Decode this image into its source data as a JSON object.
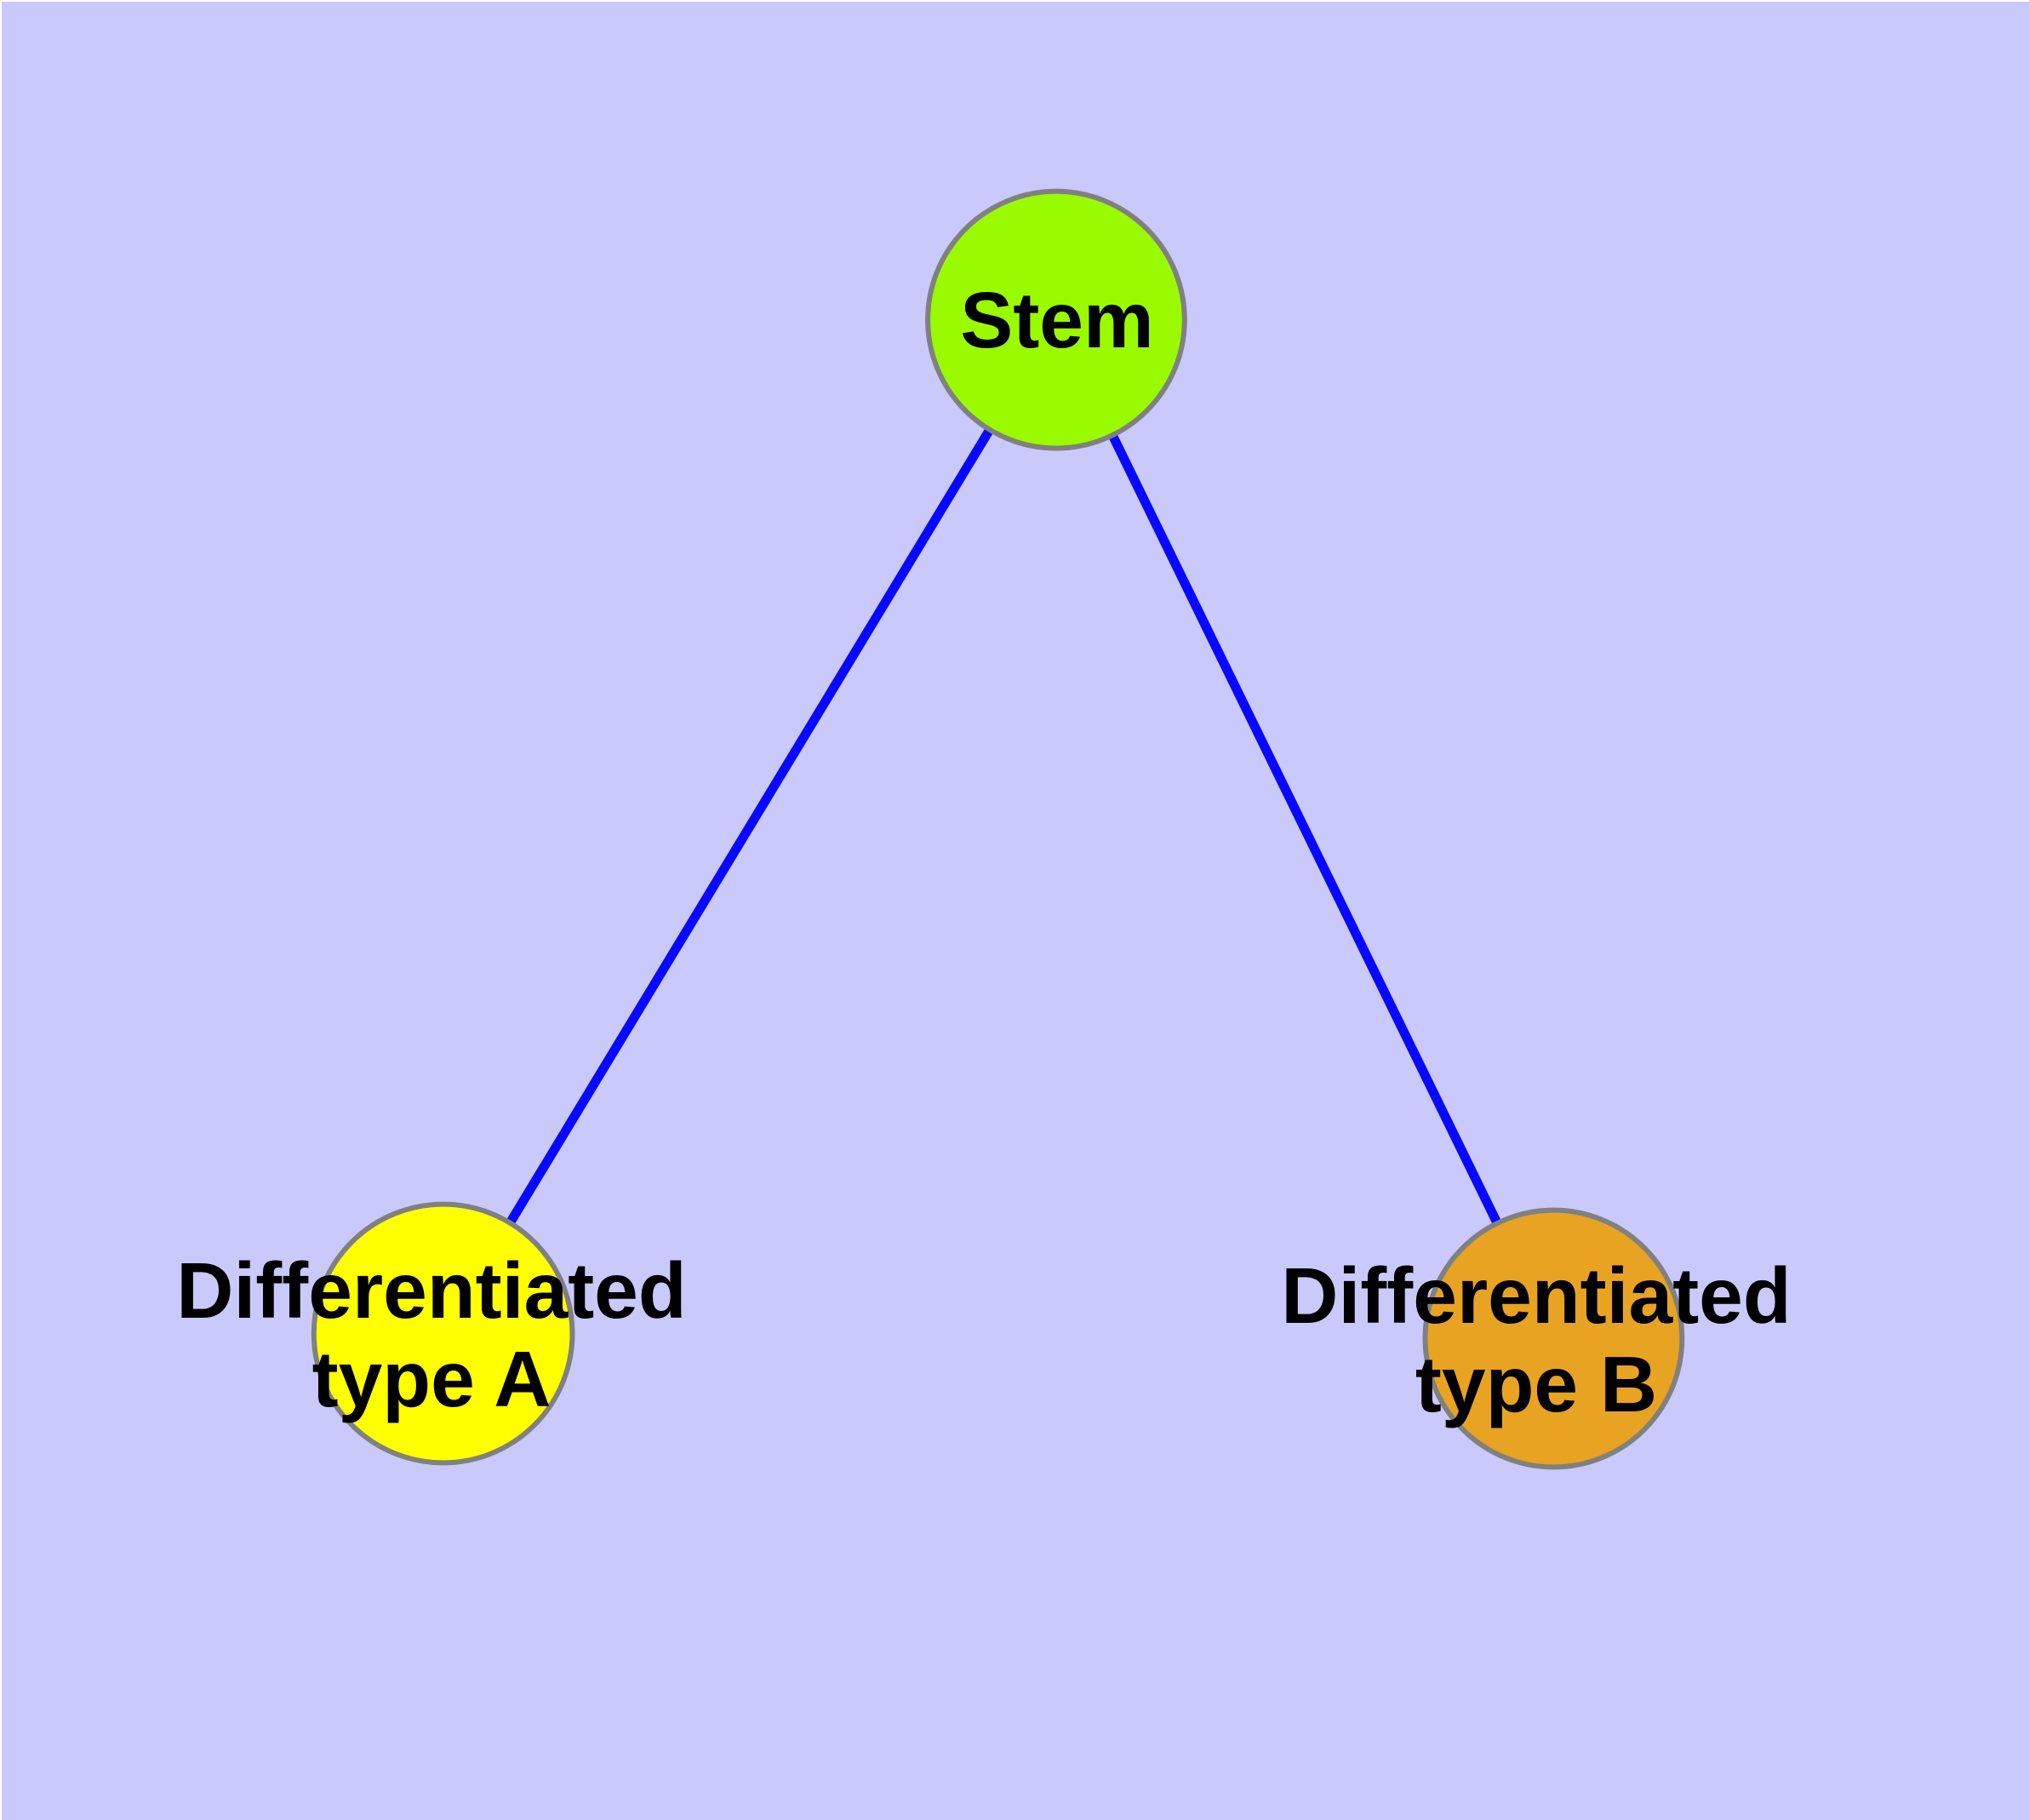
{
  "diagram": {
    "background_color": "#c9c9fb",
    "text_color": "#000000",
    "edge_color": "#0808ff",
    "node_border_color": "#808080",
    "nodes": [
      {
        "id": "stem",
        "label_lines": [
          "Stem"
        ],
        "fill": "#9afb00"
      },
      {
        "id": "differentiated-type-a",
        "label_lines": [
          "Differentiated",
          "type A"
        ],
        "fill": "#ffff00"
      },
      {
        "id": "differentiated-type-b",
        "label_lines": [
          "Differentiated",
          "type B"
        ],
        "fill": "#e8a323"
      }
    ],
    "edges": [
      {
        "from": "Stem",
        "to": "Differentiated type A"
      },
      {
        "from": "Stem",
        "to": "Differentiated type B"
      }
    ]
  }
}
